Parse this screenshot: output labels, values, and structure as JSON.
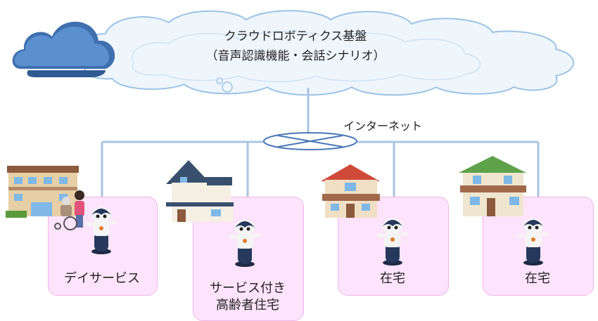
{
  "cloud": {
    "title": "クラウドロボティクス基盤",
    "subtitle": "（音声認識機能・会話シナリオ）"
  },
  "network": {
    "label": "インターネット"
  },
  "sites": [
    {
      "label": "デイサービス"
    },
    {
      "label_line1": "サービス付き",
      "label_line2": "高齢者住宅"
    },
    {
      "label": "在宅"
    },
    {
      "label": "在宅"
    }
  ],
  "colors": {
    "box_fill": "#fde3fb",
    "line": "#a8c4e0",
    "cloud_icon": "#4a78b8",
    "cloud_fill": "#eef6fc"
  }
}
